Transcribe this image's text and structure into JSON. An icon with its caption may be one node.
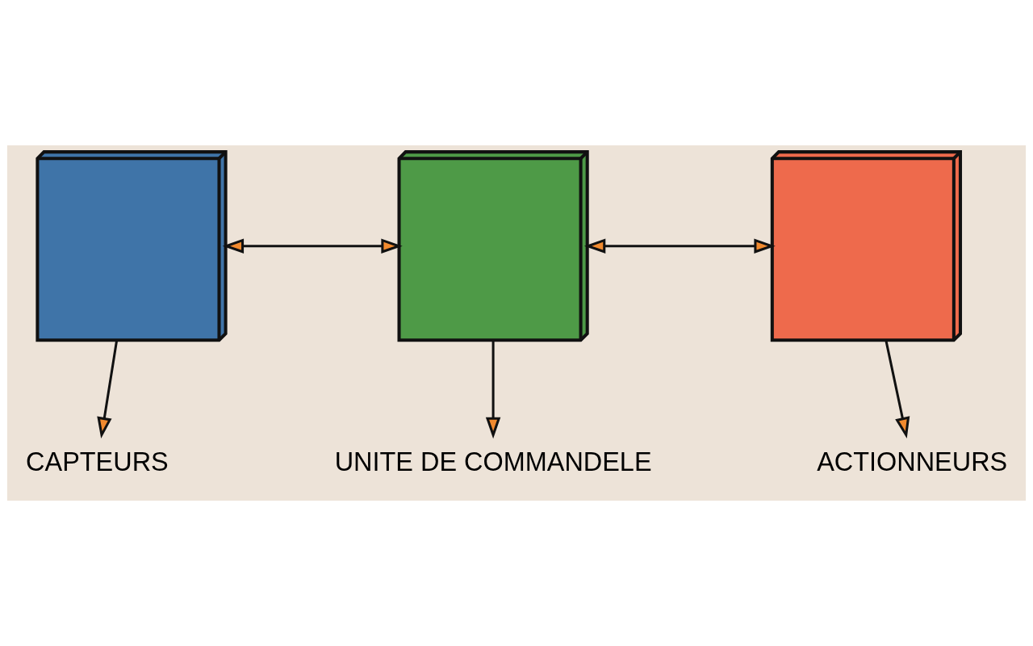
{
  "diagram": {
    "nodes": [
      {
        "text": [],
        "shape": "picture"
      },
      {
        "text": [],
        "shape": "picture"
      },
      {
        "text": [],
        "shape": "picture"
      },
      {
        "text": [
          "CAPTEURS"
        ]
      },
      {
        "text": [
          "UNITE DE COMMANDELE"
        ]
      },
      {
        "text": [
          "ACTIONNEURS"
        ]
      }
    ],
    "edges": [
      {
        "from": 0,
        "to": 1,
        "arrow": "both"
      },
      {
        "from": 1,
        "to": 2,
        "arrow": "both"
      },
      {
        "from": 0,
        "to": 3,
        "arrow": "to"
      },
      {
        "from": 1,
        "to": 4,
        "arrow": "to"
      },
      {
        "from": 2,
        "to": 5,
        "arrow": "to"
      }
    ]
  }
}
